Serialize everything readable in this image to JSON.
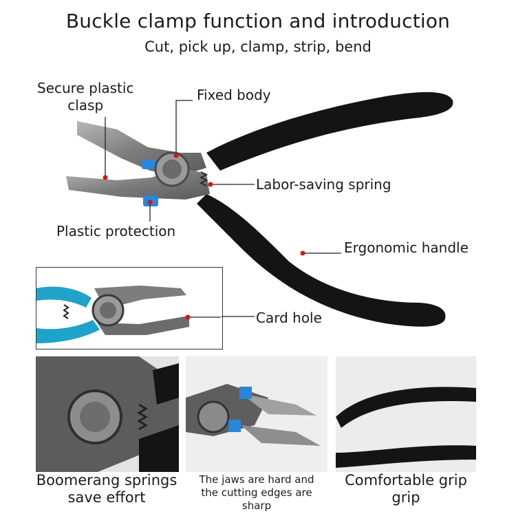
{
  "header": {
    "title": "Buckle clamp function and introduction",
    "subtitle": "Cut, pick up, clamp, strip, bend"
  },
  "callouts": {
    "secure_clasp": "Secure plastic\nclasp",
    "fixed_body": "Fixed body",
    "spring": "Labor-saving spring",
    "protection": "Plastic protection",
    "handle": "Ergonomic handle",
    "card_hole": "Card hole"
  },
  "captions": {
    "springs": "Boomerang springs\nsave effort",
    "jaws": "The jaws are hard and\nthe cutting edges are\nsharp",
    "grip": "Comfortable grip\ngrip"
  },
  "colors": {
    "handle": "#141414",
    "metal": "#8a8a8a",
    "accent_blue": "#2a86d8",
    "marker_red": "#d01818",
    "teal_handle": "#1fa3c9"
  }
}
